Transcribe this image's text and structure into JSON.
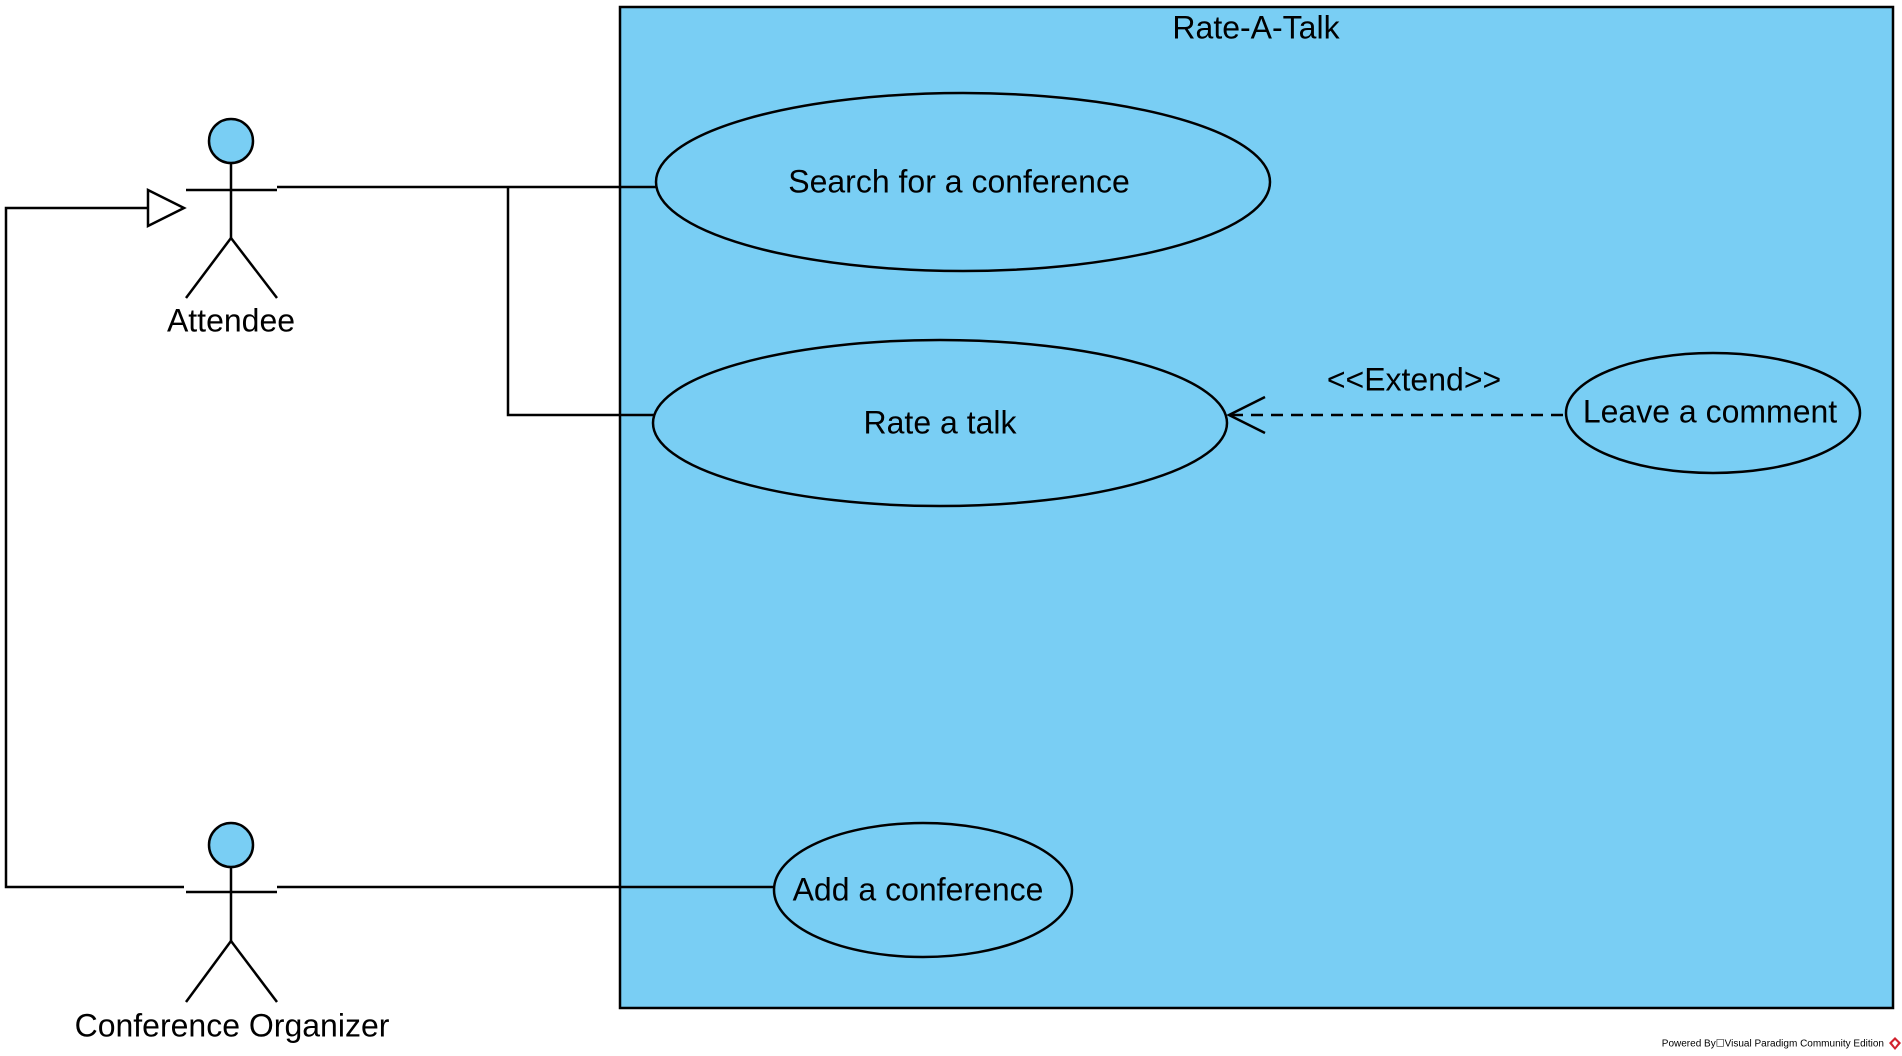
{
  "diagram": {
    "system_boundary": {
      "title": "Rate-A-Talk"
    },
    "actors": {
      "attendee": {
        "name": "Attendee"
      },
      "organizer": {
        "name": "Conference Organizer"
      }
    },
    "use_cases": {
      "search": {
        "label": "Search for a conference"
      },
      "rate": {
        "label": "Rate a talk"
      },
      "comment": {
        "label": "Leave a comment"
      },
      "add": {
        "label": "Add a conference"
      }
    },
    "relationships": {
      "extend": {
        "stereotype": "<<Extend>>"
      }
    },
    "colors": {
      "boundary_fill": "#79cef4",
      "actor_head_fill": "#79cef4",
      "line": "#000000"
    }
  },
  "footer": {
    "powered_by": "Powered By☐Visual Paradigm Community Edition"
  }
}
